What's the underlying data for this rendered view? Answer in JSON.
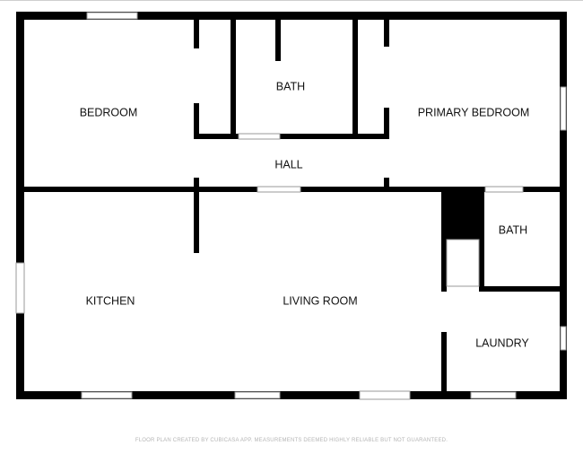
{
  "rooms": {
    "bedroom": "BEDROOM",
    "bath_upper": "BATH",
    "primary_bedroom": "PRIMARY BEDROOM",
    "hall": "HALL",
    "bath_right": "BATH",
    "kitchen": "KITCHEN",
    "living_room": "LIVING ROOM",
    "laundry": "LAUNDRY"
  },
  "footer": "FLOOR PLAN CREATED BY CUBICASA APP. MEASUREMENTS DEEMED HIGHLY RELIABLE BUT NOT GUARANTEED.",
  "colors": {
    "wall": "#000000",
    "background": "#ffffff",
    "window_frame": "#9a9a9a",
    "footer_text": "#b5b5b5"
  }
}
